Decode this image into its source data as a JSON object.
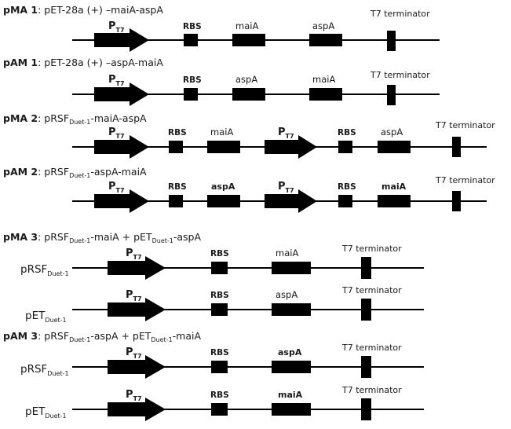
{
  "common": {
    "promoter_main": "P",
    "promoter_sub": "T7",
    "rbs": "RBS",
    "terminator": "T7 terminator",
    "duet_sub": "Duet-1"
  },
  "constructs": [
    {
      "name": "pMA 1",
      "rest": ": pET-28a (+) –maiA-aspA",
      "genes": [
        "maiA",
        "aspA"
      ]
    },
    {
      "name": "pAM 1",
      "rest": ": pET-28a (+) –aspA-maiA",
      "genes": [
        "aspA",
        "maiA"
      ]
    },
    {
      "name": "pMA 2",
      "pre": ": pRSF",
      "post": "-maiA-aspA",
      "genes": [
        "maiA",
        "aspA"
      ]
    },
    {
      "name": "pAM 2",
      "pre": ": pRSF",
      "post": "-aspA-maiA",
      "genes": [
        "aspA",
        "maiA"
      ]
    },
    {
      "name": "pMA 3",
      "p1": ": pRSF",
      "p2": "-maiA + pET",
      "p3": "-aspA",
      "rows": [
        {
          "side_main": "pRSF",
          "gene": "maiA"
        },
        {
          "side_main": "pET",
          "gene": "aspA"
        }
      ]
    },
    {
      "name": "pAM 3",
      "p1": ": pRSF",
      "p2": "-aspA + pET",
      "p3": "-maiA",
      "rows": [
        {
          "side_main": "pRSF",
          "gene": "aspA"
        },
        {
          "side_main": "pET",
          "gene": "maiA"
        }
      ]
    }
  ]
}
